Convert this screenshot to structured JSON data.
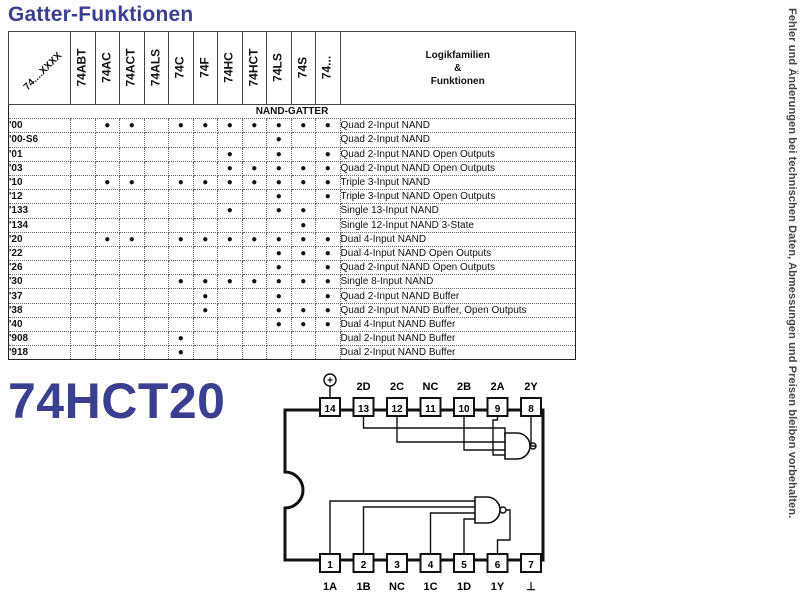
{
  "page": {
    "title": "Gatter-Funktionen",
    "side_note": "Fehler und Änderungen bei technischen Daten, Abmessungen und Preisen bleiben vorbehalten.",
    "part_number": "74HCT20"
  },
  "table": {
    "corner_label": "74....XXXX",
    "family_heading": [
      "Logikfamilien",
      "&",
      "Funktionen"
    ],
    "family_columns": [
      "74ABT",
      "74AC",
      "74ACT",
      "74ALS",
      "74C",
      "74F",
      "74HC",
      "74HCT",
      "74LS",
      "74S",
      "74..."
    ],
    "section_title": "NAND-GATTER",
    "rows": [
      {
        "code": "'00",
        "marks": [
          0,
          1,
          1,
          0,
          1,
          1,
          1,
          1,
          1,
          1,
          1
        ],
        "desc": "Quad 2-Input NAND"
      },
      {
        "code": "'00-S6",
        "marks": [
          0,
          0,
          0,
          0,
          0,
          0,
          0,
          0,
          1,
          0,
          0
        ],
        "desc": "Quad 2-Input NAND"
      },
      {
        "code": "'01",
        "marks": [
          0,
          0,
          0,
          0,
          0,
          0,
          1,
          0,
          1,
          0,
          1
        ],
        "desc": "Quad 2-Input NAND Open Outputs"
      },
      {
        "code": "'03",
        "marks": [
          0,
          0,
          0,
          0,
          0,
          0,
          1,
          1,
          1,
          1,
          1
        ],
        "desc": "Quad 2-Input NAND Open Outputs"
      },
      {
        "code": "'10",
        "marks": [
          0,
          1,
          1,
          0,
          1,
          1,
          1,
          1,
          1,
          1,
          1
        ],
        "desc": "Triple 3-Input NAND"
      },
      {
        "code": "'12",
        "marks": [
          0,
          0,
          0,
          0,
          0,
          0,
          0,
          0,
          1,
          0,
          1
        ],
        "desc": "Triple 3-Input NAND Open Outputs"
      },
      {
        "code": "'133",
        "marks": [
          0,
          0,
          0,
          0,
          0,
          0,
          1,
          0,
          1,
          1,
          0
        ],
        "desc": "Single 13-Input NAND"
      },
      {
        "code": "'134",
        "marks": [
          0,
          0,
          0,
          0,
          0,
          0,
          0,
          0,
          0,
          1,
          0
        ],
        "desc": "Single 12-Input NAND 3-State"
      },
      {
        "code": "'20",
        "marks": [
          0,
          1,
          1,
          0,
          1,
          1,
          1,
          1,
          1,
          1,
          1
        ],
        "desc": "Dual 4-Input NAND"
      },
      {
        "code": "'22",
        "marks": [
          0,
          0,
          0,
          0,
          0,
          0,
          0,
          0,
          1,
          1,
          1
        ],
        "desc": "Dual 4-Input NAND Open Outputs"
      },
      {
        "code": "'26",
        "marks": [
          0,
          0,
          0,
          0,
          0,
          0,
          0,
          0,
          1,
          0,
          1
        ],
        "desc": "Quad 2-Input NAND Open Outputs"
      },
      {
        "code": "'30",
        "marks": [
          0,
          0,
          0,
          0,
          1,
          1,
          1,
          1,
          1,
          1,
          1
        ],
        "desc": "Single 8-Input NAND"
      },
      {
        "code": "'37",
        "marks": [
          0,
          0,
          0,
          0,
          0,
          1,
          0,
          0,
          1,
          0,
          1
        ],
        "desc": "Quad 2-Input NAND Buffer"
      },
      {
        "code": "'38",
        "marks": [
          0,
          0,
          0,
          0,
          0,
          1,
          0,
          0,
          1,
          1,
          1
        ],
        "desc": "Quad 2-Input NAND Buffer, Open Outputs"
      },
      {
        "code": "'40",
        "marks": [
          0,
          0,
          0,
          0,
          0,
          0,
          0,
          0,
          1,
          1,
          1
        ],
        "desc": "Dual 4-Input NAND Buffer"
      },
      {
        "code": "'908",
        "marks": [
          0,
          0,
          0,
          0,
          1,
          0,
          0,
          0,
          0,
          0,
          0
        ],
        "desc": "Dual 2-Input NAND Buffer"
      },
      {
        "code": "'918",
        "marks": [
          0,
          0,
          0,
          0,
          1,
          0,
          0,
          0,
          0,
          0,
          0
        ],
        "desc": "Dual 2-Input NAND Buffer"
      }
    ]
  },
  "pinout": {
    "vcc_symbol": "+",
    "top_pins": [
      {
        "num": "14",
        "label": ""
      },
      {
        "num": "13",
        "label": "2D"
      },
      {
        "num": "12",
        "label": "2C"
      },
      {
        "num": "11",
        "label": "NC"
      },
      {
        "num": "10",
        "label": "2B"
      },
      {
        "num": "9",
        "label": "2A"
      },
      {
        "num": "8",
        "label": "2Y"
      }
    ],
    "bottom_pins": [
      {
        "num": "1",
        "label": "1A"
      },
      {
        "num": "2",
        "label": "1B"
      },
      {
        "num": "3",
        "label": "NC"
      },
      {
        "num": "4",
        "label": "1C"
      },
      {
        "num": "5",
        "label": "1D"
      },
      {
        "num": "6",
        "label": "1Y"
      },
      {
        "num": "7",
        "label": "⊥"
      }
    ]
  }
}
